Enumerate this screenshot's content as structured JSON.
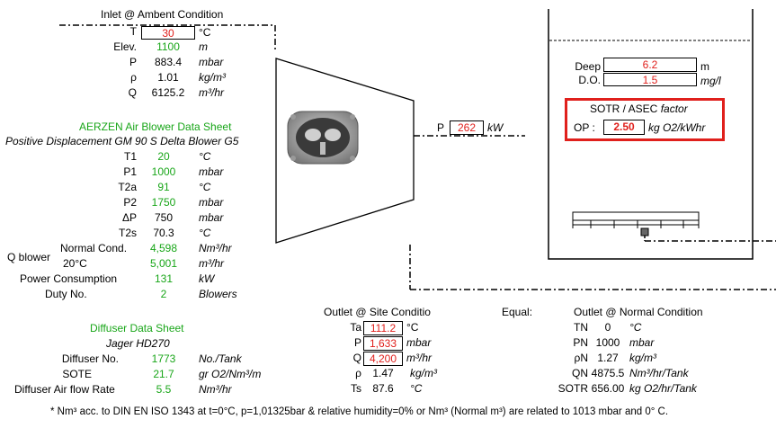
{
  "inlet": {
    "title": "Inlet @ Ambent Condition",
    "rows": [
      {
        "label": "T",
        "value": "30",
        "unit": "°C"
      },
      {
        "label": "Elev.",
        "value": "1100",
        "unit": "m"
      },
      {
        "label": "P",
        "value": "883.4",
        "unit": "mbar"
      },
      {
        "label": "ρ",
        "value": "1.01",
        "unit": "kg/m³"
      },
      {
        "label": "Q",
        "value": "6125.2",
        "unit": "m³/hr"
      }
    ]
  },
  "blower": {
    "title": "AERZEN Air Blower Data Sheet",
    "subtitle": "Positive Displacement GM 90 S Delta Blower G5",
    "rows": [
      {
        "label": "T1",
        "value": "20",
        "unit": "°C"
      },
      {
        "label": "P1",
        "value": "1000",
        "unit": "mbar"
      },
      {
        "label": "T2a",
        "value": "91",
        "unit": "°C"
      },
      {
        "label": "P2",
        "value": "1750",
        "unit": "mbar"
      },
      {
        "label": "ΔP",
        "value": "750",
        "unit": "mbar"
      },
      {
        "label": "T2s",
        "value": "70.3",
        "unit": "°C"
      }
    ],
    "q_label": "Q blower",
    "normal_label": "Normal Cond.",
    "normal_value": "4,598",
    "normal_unit": "Nm³/hr",
    "temp_label": "20°C",
    "temp_value": "5,001",
    "temp_unit": "m³/hr",
    "power_label": "Power Consumption",
    "power_value": "131",
    "power_unit": "kW",
    "duty_label": "Duty No.",
    "duty_value": "2",
    "duty_unit": "Blowers"
  },
  "power": {
    "label": "P",
    "value": "262",
    "unit": "kW"
  },
  "diffuser": {
    "title": "Diffuser Data Sheet",
    "subtitle": "Jager HD270",
    "rows": [
      {
        "label": "Diffuser No.",
        "value": "1773",
        "unit": "No./Tank"
      },
      {
        "label": "SOTE",
        "value": "21.7",
        "unit": "gr O2/Nm³/m"
      },
      {
        "label": "Diffuser Air flow Rate",
        "value": "5.5",
        "unit": "Nm³/hr"
      }
    ]
  },
  "outlet_site": {
    "title": "Outlet @ Site Conditio",
    "rows": [
      {
        "label": "Ta",
        "value": "111.2",
        "unit": "°C"
      },
      {
        "label": "P",
        "value": "1,633",
        "unit": "mbar"
      },
      {
        "label": "Q",
        "value": "4,200",
        "unit": "m³/hr"
      },
      {
        "label": "ρ",
        "value": "1.47",
        "unit": "kg/m³"
      },
      {
        "label": "Ts",
        "value": "87.6",
        "unit": "°C"
      }
    ]
  },
  "equal_label": "Equal:",
  "outlet_normal": {
    "title": "Outlet @ Normal Condition",
    "rows": [
      {
        "label": "TN",
        "value": "0",
        "unit": "°C"
      },
      {
        "label": "PN",
        "value": "1000",
        "unit": "mbar"
      },
      {
        "label": "ρN",
        "value": "1.27",
        "unit": "kg/m³"
      },
      {
        "label": "QN",
        "value": "4875.5",
        "unit": "Nm³/hr/Tank"
      },
      {
        "label": "SOTR",
        "value": "656.00",
        "unit": "kg O2/hr/Tank"
      }
    ]
  },
  "tank": {
    "deep_label": "Deep",
    "deep_value": "6.2",
    "deep_unit": "m",
    "do_label": "D.O.",
    "do_value": "1.5",
    "do_unit": "mg/l",
    "sotr_title": "SOTR / ASEC",
    "sotr_factor": "factor",
    "op_label": "OP :",
    "op_value": "2.50",
    "op_unit": "kg O2/kWhr"
  },
  "footnote": "* Nm³ acc. to DIN EN ISO 1343 at t=0°C, p=1,01325bar & relative humidity=0% or Nm³ (Normal m³) are related to 1013 mbar and 0° C.",
  "colors": {
    "red": "#e0201c",
    "green": "#19a619"
  }
}
